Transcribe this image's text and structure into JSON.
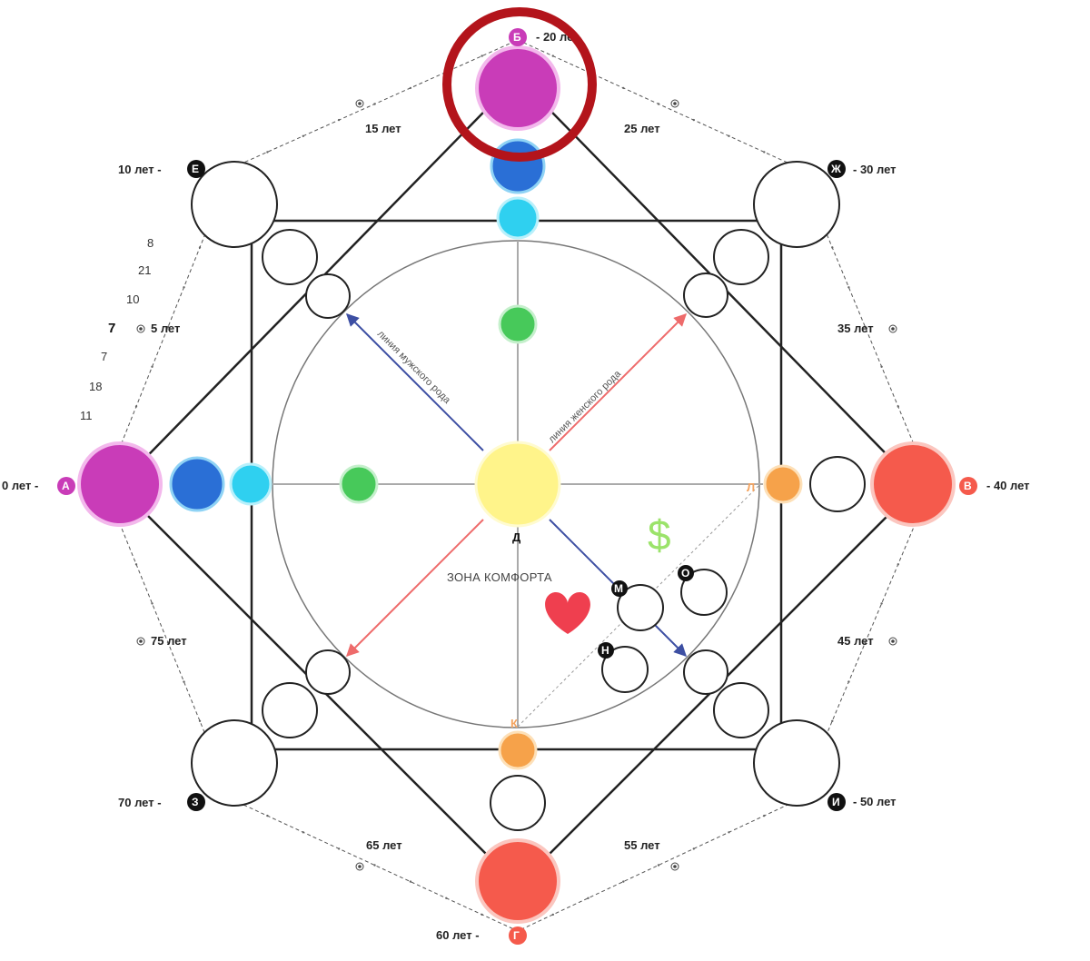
{
  "points": {
    "A": {
      "letter": "А",
      "age": "0 лет -"
    },
    "B": {
      "letter": "Б",
      "age": "- 20 лет"
    },
    "V": {
      "letter": "В",
      "age": "- 40 лет"
    },
    "G": {
      "letter": "Г",
      "age": "60 лет -"
    },
    "E": {
      "letter": "Е",
      "age": "10 лет -"
    },
    "Zh": {
      "letter": "Ж",
      "age": "- 30 лет"
    },
    "Z": {
      "letter": "З",
      "age": "70 лет -"
    },
    "I": {
      "letter": "И",
      "age": "- 50 лет"
    },
    "D": {
      "letter": "Д"
    },
    "K": {
      "letter": "К"
    },
    "L": {
      "letter": "Л"
    },
    "M": {
      "letter": "М"
    },
    "N": {
      "letter": "Н"
    },
    "O": {
      "letter": "О"
    }
  },
  "age_labels": {
    "a5": "5 лет",
    "a15": "15 лет",
    "a25": "25 лет",
    "a35": "35 лет",
    "a45": "45 лет",
    "a55": "55 лет",
    "a65": "65 лет",
    "a75": "75 лет"
  },
  "left_ticks": [
    "8",
    "21",
    "10",
    "7",
    "7",
    "18",
    "11"
  ],
  "line_labels": {
    "male": "линия мужского рода",
    "female": "линия женского рода"
  },
  "comfort_zone": "ЗОНА КОМФОРТА",
  "dollar_sign": "$",
  "icons": [
    "heart-icon",
    "dollar-icon",
    "highlight-ring-icon"
  ],
  "colors": {
    "violet": "#c93cb8",
    "blue": "#2a6fd6",
    "cyan": "#2fd0f0",
    "green": "#47c95a",
    "yellow": "#fff48a",
    "orange": "#f6a24a",
    "red": "#f55a4c",
    "heart": "#ef3f4f",
    "ring": "#b3141b",
    "male_line": "#3d4fa3",
    "female_line": "#ee6b6b"
  }
}
